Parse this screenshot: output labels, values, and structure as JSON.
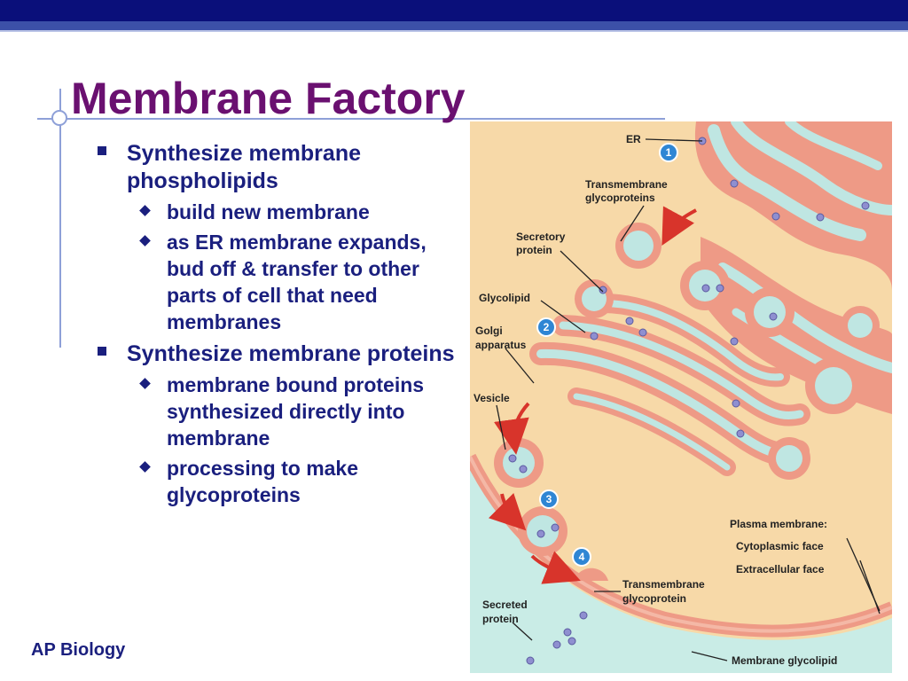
{
  "slide": {
    "title": "Membrane Factory",
    "footer": "AP Biology",
    "bullets": [
      {
        "text": "Synthesize membrane phospholipids",
        "subs": [
          "build new membrane",
          "as ER membrane expands, bud off & transfer to other parts of cell that need membranes"
        ]
      },
      {
        "text": "Synthesize membrane proteins",
        "subs": [
          "membrane bound proteins synthesized directly into membrane",
          "processing to make glycoproteins"
        ]
      }
    ]
  },
  "figure": {
    "labels": {
      "er": "ER",
      "transmembrane_glyco_1": "Transmembrane",
      "transmembrane_glyco_2": "glycoproteins",
      "secretory_1": "Secretory",
      "secretory_2": "protein",
      "glycolipid": "Glycolipid",
      "golgi_1": "Golgi",
      "golgi_2": "apparatus",
      "vesicle": "Vesicle",
      "plasma_membrane": "Plasma membrane:",
      "cytoplasmic_face": "Cytoplasmic face",
      "extracellular_face": "Extracellular face",
      "transmembrane_single_1": "Transmembrane",
      "transmembrane_single_2": "glycoprotein",
      "secreted_1": "Secreted",
      "secreted_2": "protein",
      "membrane_glycolipid": "Membrane glycolipid"
    },
    "steps": [
      "1",
      "2",
      "3",
      "4"
    ],
    "colors": {
      "cytoplasm": "#f7d9a8",
      "membrane": "#ee9a86",
      "lumen": "#bfe6e2",
      "extracellular": "#c9ece6",
      "step_badge": "#2f86d4",
      "arrow": "#d8342b"
    }
  }
}
